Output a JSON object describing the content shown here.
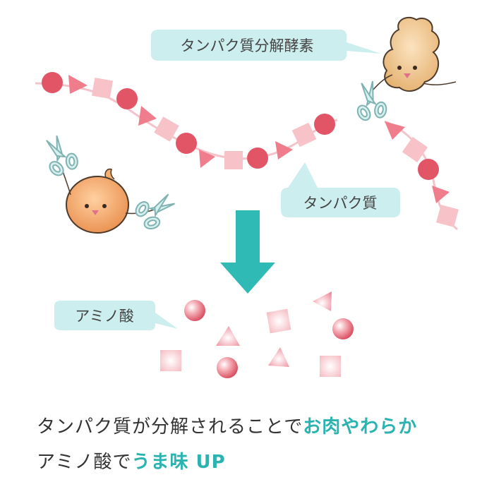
{
  "labels": {
    "enzyme": "タンパク質分解酵素",
    "protein": "タンパク質",
    "amino": "アミノ酸"
  },
  "caption": {
    "line1_plain": "タンパク質が分解されることで",
    "line1_highlight": "お肉やわらか",
    "line2_plain": "アミノ酸で",
    "line2_highlight": "うま味 UP"
  },
  "colors": {
    "bubble": "#cdeeee",
    "arrow": "#2fbab6",
    "ball": "#e25567",
    "square": "#f7c3c8",
    "triangle": "#ef7d8c",
    "scissors": "#a9dad9",
    "ginger": "#ecc48a",
    "onion": "#f2a867",
    "highlight": "#2ab3b0"
  },
  "icons": [
    "scissors-icon",
    "ginger-character-icon",
    "onion-character-icon",
    "down-arrow-icon"
  ]
}
